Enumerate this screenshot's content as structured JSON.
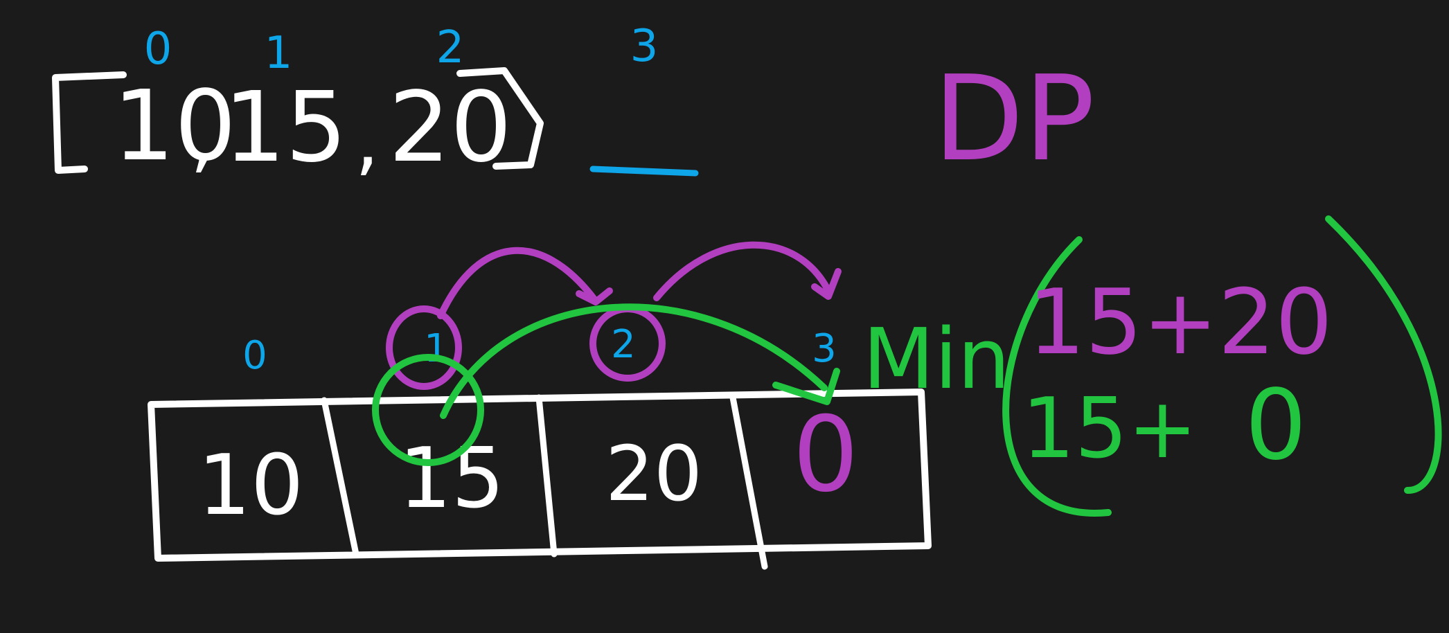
{
  "colors": {
    "background": "#1b1b1b",
    "white": "#ffffff",
    "blue": "#0ea5e9",
    "purple": "#b23fbf",
    "green": "#22c540"
  },
  "top_array": {
    "indices": [
      "0",
      "1",
      "2",
      "3"
    ],
    "open_bracket": "[",
    "values": [
      "10",
      "15",
      "20"
    ],
    "separators": [
      ",",
      ","
    ],
    "close_bracket": "]",
    "blank": "_"
  },
  "dp_label": "DP",
  "table": {
    "indices": [
      "0",
      "1",
      "2",
      "3"
    ],
    "cells": [
      "10",
      "15",
      "20",
      "0"
    ]
  },
  "min_expression": {
    "label": "Min",
    "line1": "15+20",
    "line2_left": "15+",
    "line2_right": "0"
  }
}
